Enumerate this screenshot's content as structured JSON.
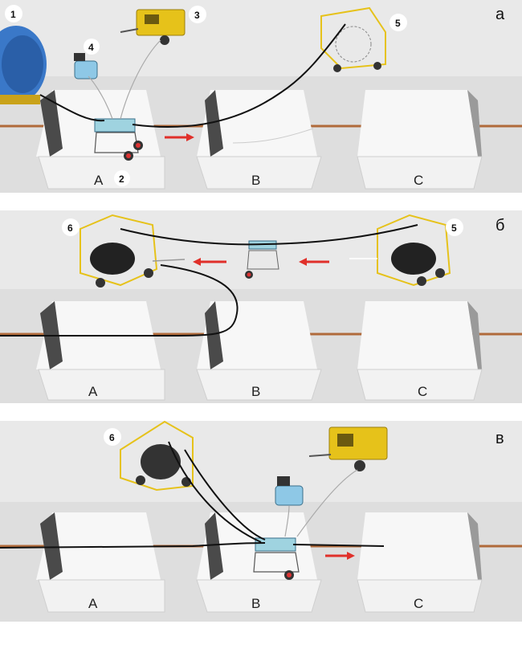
{
  "panels": [
    {
      "letter": "а",
      "pits": [
        "А",
        "В",
        "С"
      ],
      "callouts": [
        "1",
        "2",
        "3",
        "4",
        "5"
      ]
    },
    {
      "letter": "б",
      "pits": [
        "А",
        "В",
        "С"
      ],
      "callouts": [
        "6",
        "5"
      ]
    },
    {
      "letter": "в",
      "pits": [
        "А",
        "В",
        "С"
      ],
      "callouts": [
        "6"
      ]
    }
  ],
  "colors": {
    "ground": "#e6e6e6",
    "ground_dark": "#cfcfcf",
    "pit_wall_dark": "#4a4a4a",
    "pipe": "#b06a3a",
    "cable": "#111111",
    "arrow": "#e0302a",
    "frame_yellow": "#e6c21a",
    "drum_blue": "#3a78c8",
    "winch_body": "#9fd3e0"
  }
}
